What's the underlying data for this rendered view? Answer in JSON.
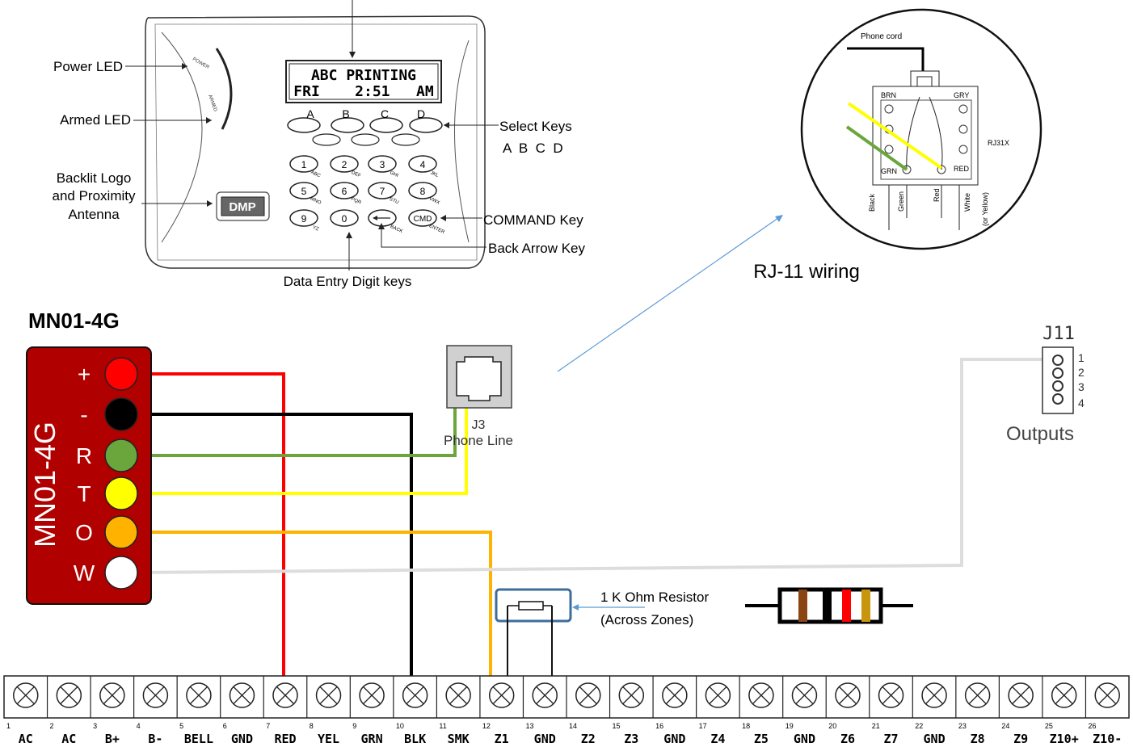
{
  "keypad": {
    "display_line1": "ABC PRINTING",
    "display_line2": "FRI    2:51   AM",
    "select_keys": [
      "A",
      "B",
      "C",
      "D"
    ],
    "digit_keys": [
      {
        "digit": "1",
        "letters": "ABC"
      },
      {
        "digit": "2",
        "letters": "DEF"
      },
      {
        "digit": "3",
        "letters": "GHI"
      },
      {
        "digit": "4",
        "letters": "JKL"
      },
      {
        "digit": "5",
        "letters": "MNO"
      },
      {
        "digit": "6",
        "letters": "PQR"
      },
      {
        "digit": "7",
        "letters": "STU"
      },
      {
        "digit": "8",
        "letters": "VWX"
      },
      {
        "digit": "9",
        "letters": "YZ"
      },
      {
        "digit": "0",
        "letters": ""
      }
    ],
    "back_key_label": "BACK",
    "cmd_key": "CMD",
    "cmd_key_sub": "ENTER",
    "led_text_power": "POWER",
    "led_text_armed": "ARMED",
    "logo": "DMP",
    "callouts": {
      "power_led": "Power LED",
      "armed_led": "Armed LED",
      "backlit_1": "Backlit Logo",
      "backlit_2": "and Proximity",
      "backlit_3": "Antenna",
      "select_keys": "Select Keys",
      "select_letters": "A  B  C  D",
      "command_key": "COMMAND Key",
      "back_arrow": "Back Arrow Key",
      "data_entry": "Data Entry Digit keys"
    }
  },
  "rj11": {
    "caption": "RJ-11 wiring",
    "phone_cord": "Phone cord",
    "brn": "BRN",
    "gry": "GRY",
    "grn": "GRN",
    "red": "RED",
    "rj31x": "RJ31X",
    "wire_labels": [
      "Black",
      "Green",
      "Red",
      "White",
      "(or Yellow)"
    ]
  },
  "module": {
    "title": "MN01-4G",
    "vertical_label": "MN01-4G",
    "terminals": [
      {
        "label": "+",
        "color": "#ff0000"
      },
      {
        "label": "-",
        "color": "#000000"
      },
      {
        "label": "R",
        "color": "#6aa63c"
      },
      {
        "label": "T",
        "color": "#ffff00"
      },
      {
        "label": "O",
        "color": "#ffb300"
      },
      {
        "label": "W",
        "color": "#ffffff"
      }
    ],
    "body_color": "#b00000"
  },
  "j3": {
    "label": "J3",
    "sublabel": "Phone Line"
  },
  "j11": {
    "label": "J11",
    "pins": [
      "1",
      "2",
      "3",
      "4"
    ],
    "caption": "Outputs"
  },
  "resistor": {
    "label_line1": "1 K Ohm Resistor",
    "label_line2": "(Across Zones)",
    "bands": [
      "#8b4513",
      "#000000",
      "#ff0000",
      "#c8960c"
    ]
  },
  "terminal_strip": [
    {
      "num": "1",
      "name": "AC"
    },
    {
      "num": "2",
      "name": "AC"
    },
    {
      "num": "3",
      "name": "B+"
    },
    {
      "num": "4",
      "name": "B-"
    },
    {
      "num": "5",
      "name": "BELL"
    },
    {
      "num": "6",
      "name": "GND"
    },
    {
      "num": "7",
      "name": "RED"
    },
    {
      "num": "8",
      "name": "YEL"
    },
    {
      "num": "9",
      "name": "GRN"
    },
    {
      "num": "10",
      "name": "BLK"
    },
    {
      "num": "11",
      "name": "SMK"
    },
    {
      "num": "12",
      "name": "Z1"
    },
    {
      "num": "13",
      "name": "GND"
    },
    {
      "num": "14",
      "name": "Z2"
    },
    {
      "num": "15",
      "name": "Z3"
    },
    {
      "num": "16",
      "name": "GND"
    },
    {
      "num": "17",
      "name": "Z4"
    },
    {
      "num": "18",
      "name": "Z5"
    },
    {
      "num": "19",
      "name": "GND"
    },
    {
      "num": "20",
      "name": "Z6"
    },
    {
      "num": "21",
      "name": "Z7"
    },
    {
      "num": "22",
      "name": "GND"
    },
    {
      "num": "23",
      "name": "Z8"
    },
    {
      "num": "24",
      "name": "Z9"
    },
    {
      "num": "25",
      "name": "Z10+"
    },
    {
      "num": "26",
      "name": "Z10-"
    }
  ],
  "colors": {
    "wire_red": "#ff0000",
    "wire_black": "#000000",
    "wire_green": "#6aa63c",
    "wire_yellow": "#ffff00",
    "wire_orange": "#ffb300",
    "wire_white": "#dddddd",
    "arrow_blue": "#5b9bd5"
  }
}
